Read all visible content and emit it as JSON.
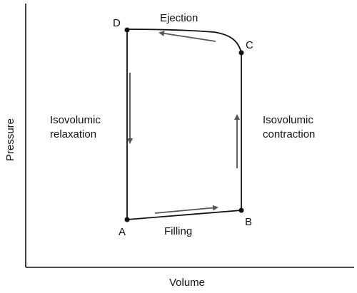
{
  "axes": {
    "x_label": "Volume",
    "y_label": "Pressure"
  },
  "points": {
    "A": "A",
    "B": "B",
    "C": "C",
    "D": "D"
  },
  "phases": {
    "ejection": "Ejection",
    "filling": "Filling",
    "relaxation_line1": "Isovolumic",
    "relaxation_line2": "relaxation",
    "contraction_line1": "Isovolumic",
    "contraction_line2": "contraction"
  },
  "colors": {
    "loop": "#111111",
    "arrow": "#555555",
    "axis": "#111111"
  }
}
